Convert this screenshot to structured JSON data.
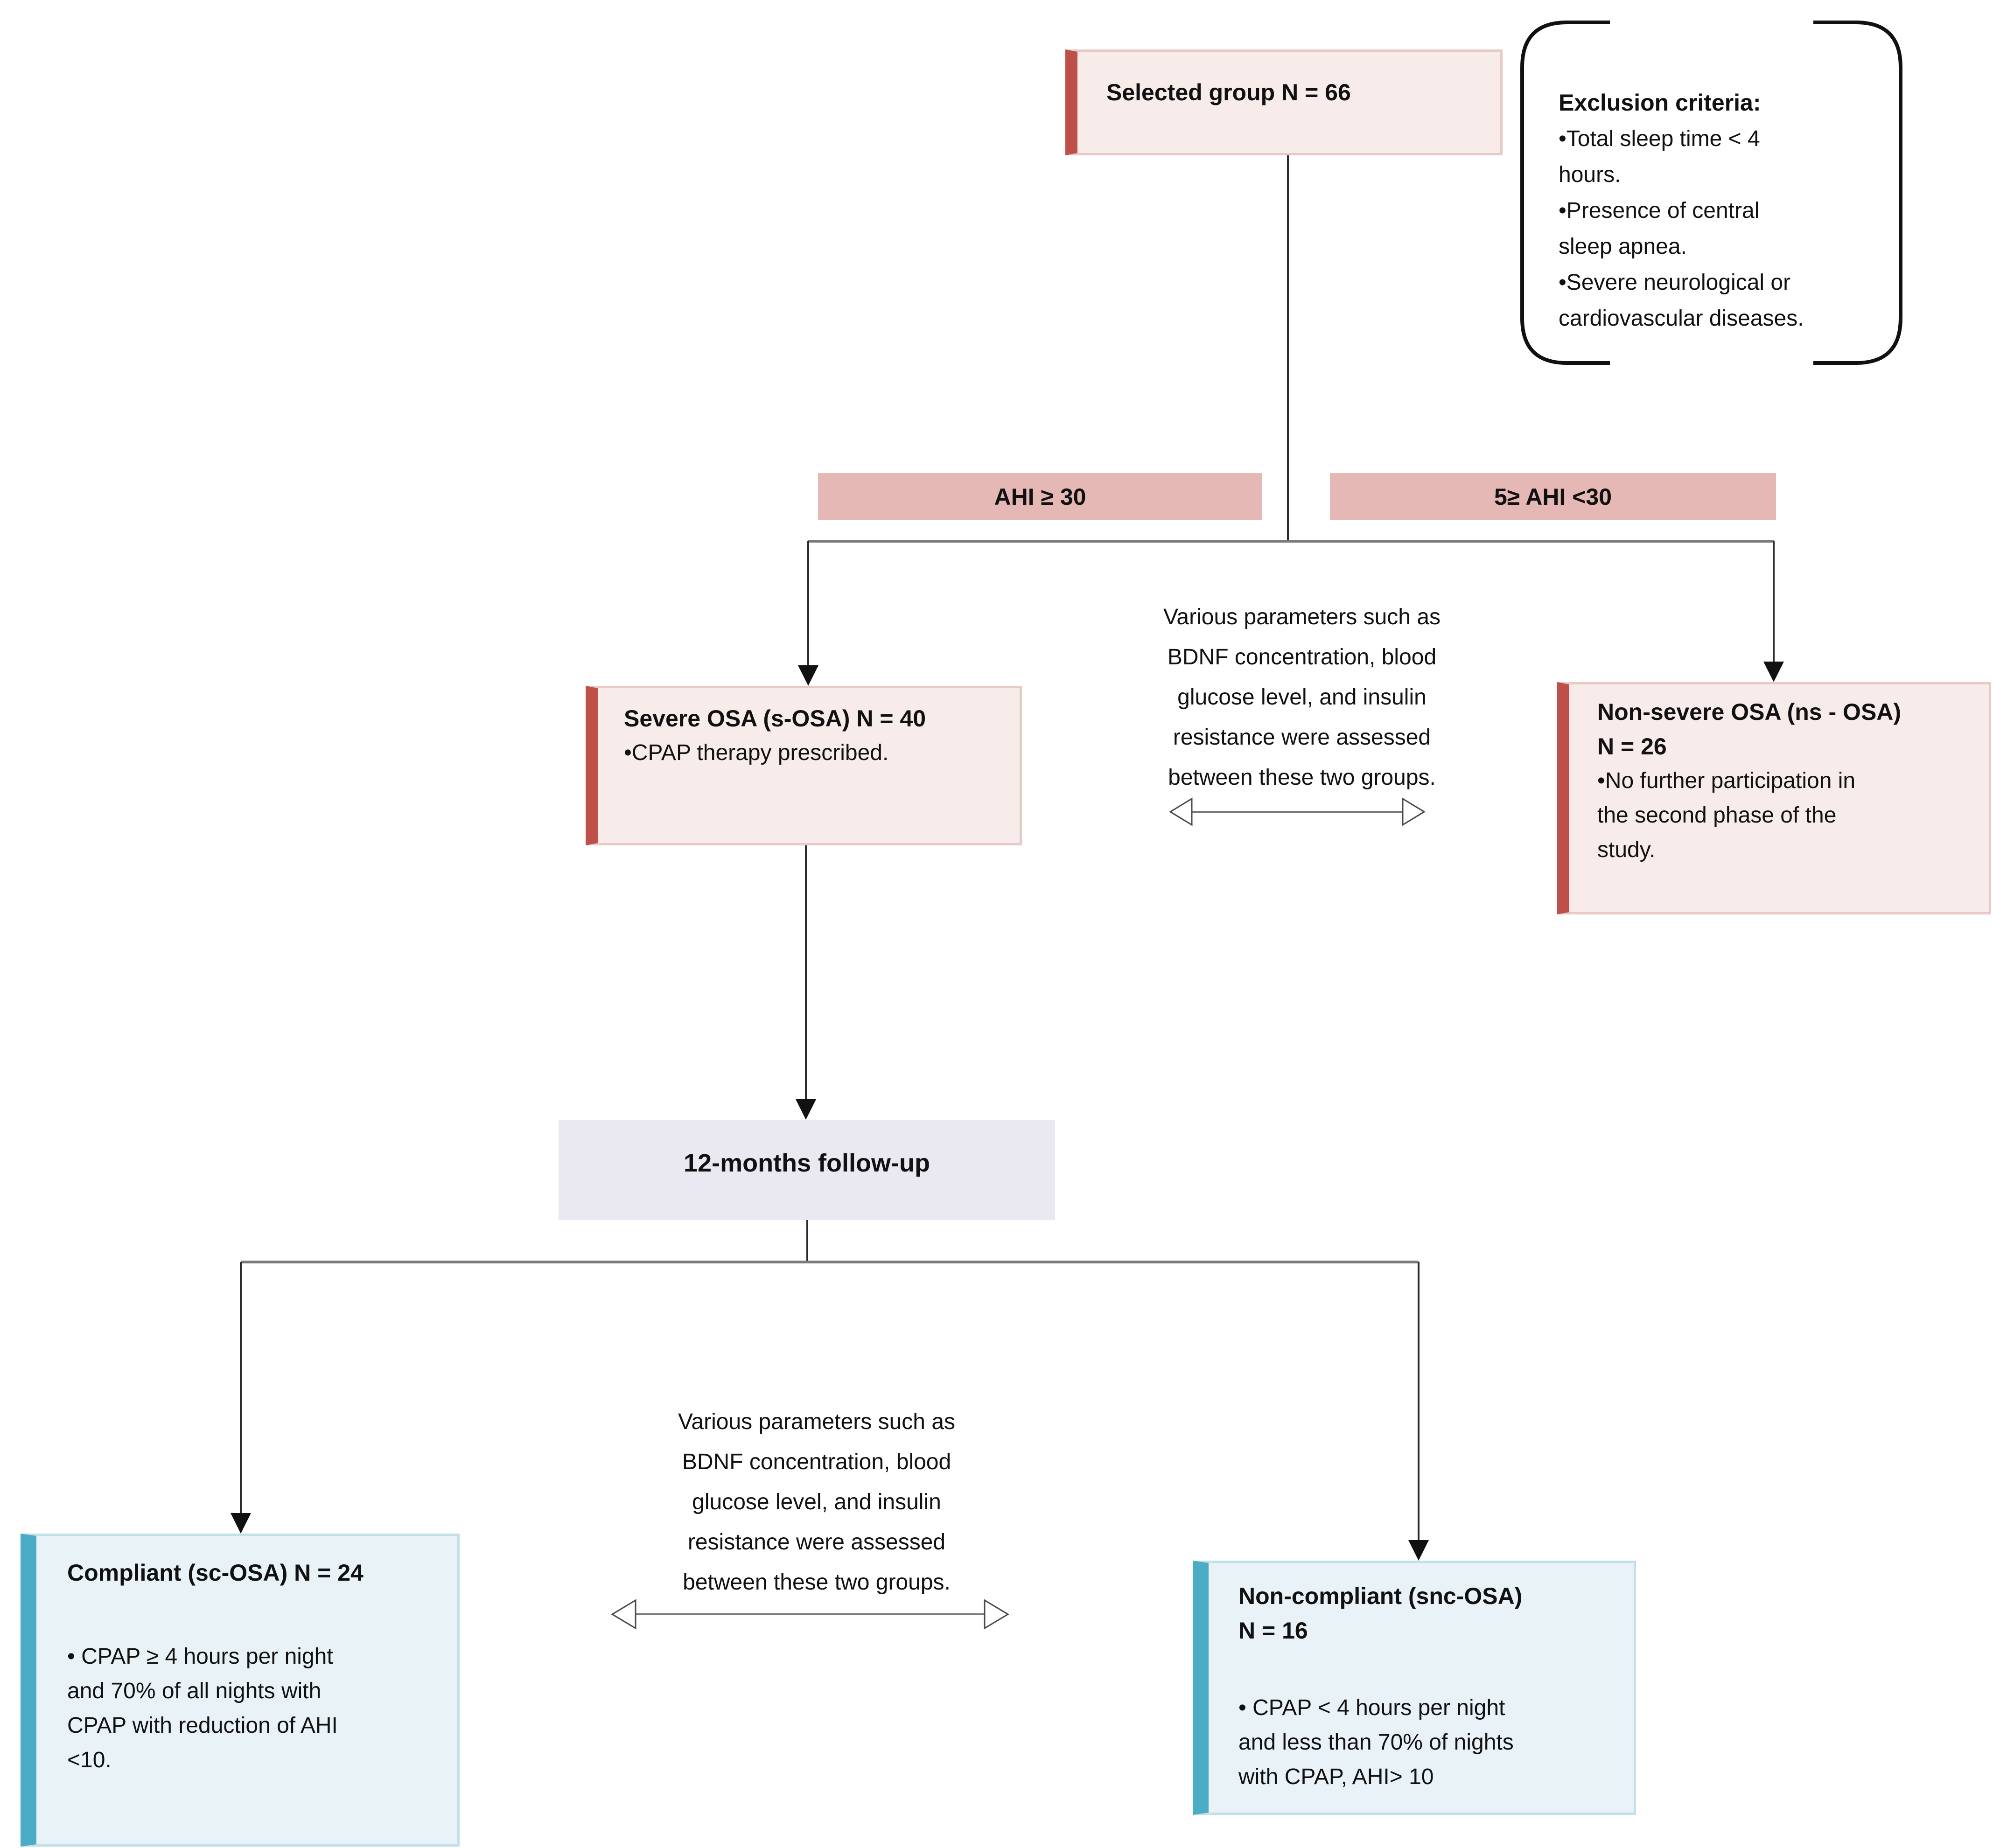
{
  "diagram": {
    "selected_group": {
      "title": "Selected group N = 66"
    },
    "exclusion": {
      "title": "Exclusion criteria:",
      "body": "•Total sleep time < 4\nhours.\n•Presence of central\nsleep apnea.\n•Severe neurological or\ncardiovascular diseases."
    },
    "branch_labels": {
      "left": "AHI ≥ 30",
      "right": "5≥ AHI <30"
    },
    "severe": {
      "title": "Severe OSA (s-OSA) N = 40",
      "body": "•CPAP therapy prescribed."
    },
    "nonsevere": {
      "title": "Non-severe OSA (ns - OSA)\nN = 26",
      "body": "•No further participation in\nthe second phase of the\nstudy."
    },
    "assessment_top": {
      "text": "Various parameters such as\nBDNF concentration, blood\nglucose level, and insulin\nresistance were assessed\nbetween these two groups."
    },
    "followup": {
      "title": "12-months follow-up"
    },
    "assessment_bottom": {
      "text": "Various parameters such as\nBDNF concentration, blood\nglucose level, and insulin\nresistance were assessed\nbetween these two groups."
    },
    "compliant": {
      "title": "Compliant (sc-OSA) N = 24",
      "body": "• CPAP ≥ 4 hours per night\nand 70% of all nights with\nCPAP with reduction of AHI\n<10."
    },
    "noncompliant": {
      "title": "Non-compliant (snc-OSA)\nN = 16",
      "body": "• CPAP < 4 hours per night\nand less than 70% of nights\nwith CPAP, AHI> 10"
    },
    "colors": {
      "red": "#bf4f49",
      "pink_fill": "#f8eceb",
      "pink_border": "#e9c9c6",
      "label_pink": "#e5b8b5",
      "lavender": "#eae8f0",
      "teal": "#4aacc5",
      "blue_fill": "#e9f3f7",
      "blue_border": "#c3dfe9",
      "line_dark": "#2b2b2b",
      "line_gray": "#7a7a7a"
    }
  }
}
